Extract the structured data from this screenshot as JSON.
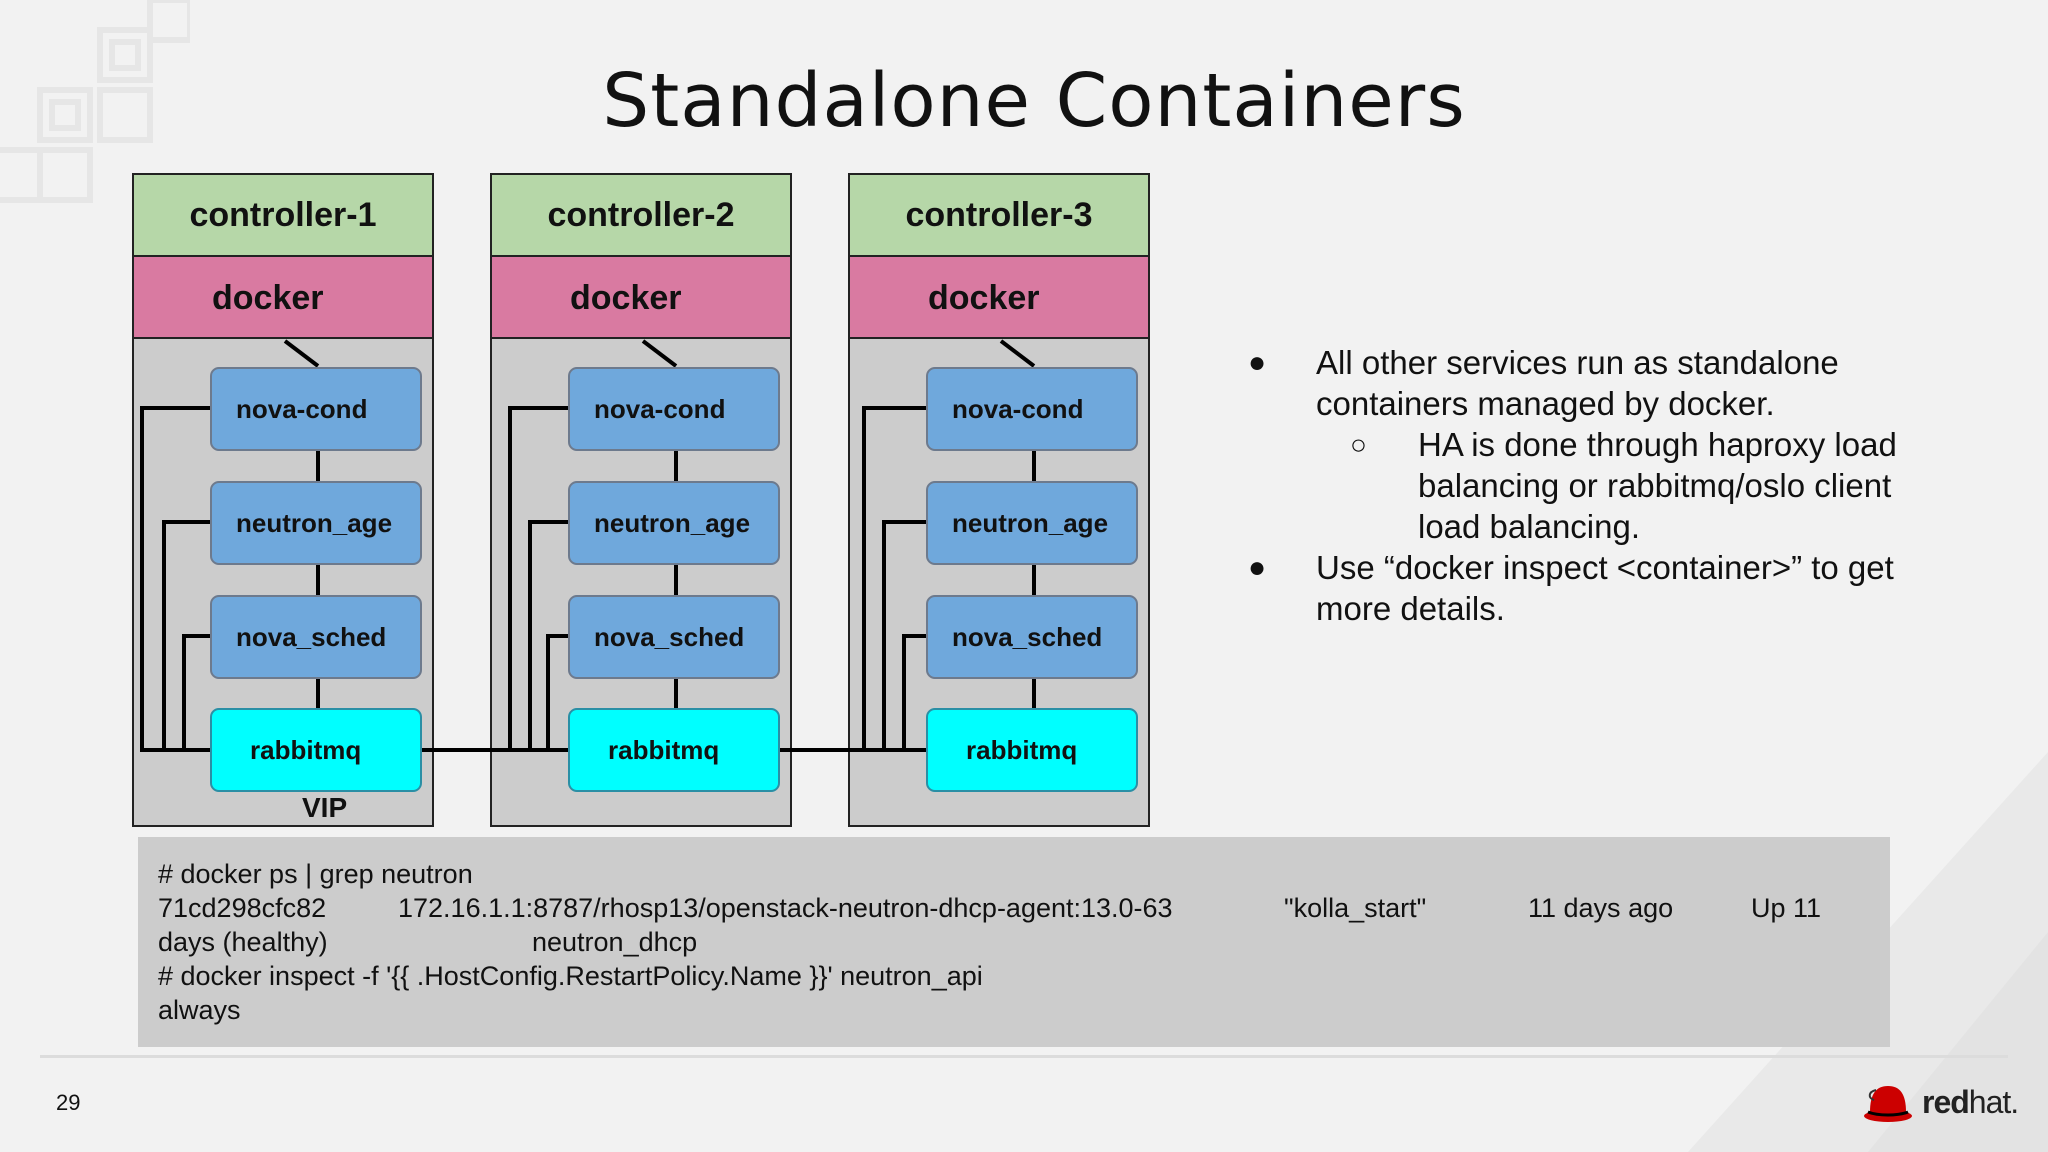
{
  "slide": {
    "title": "Standalone Containers",
    "page_number": "29",
    "logo_text_bold": "red",
    "logo_text_light": "hat."
  },
  "controllers": [
    {
      "name": "controller-1",
      "runtime": "docker",
      "services": [
        "nova-cond",
        "neutron_age",
        "nova_sched",
        "rabbitmq"
      ]
    },
    {
      "name": "controller-2",
      "runtime": "docker",
      "services": [
        "nova-cond",
        "neutron_age",
        "nova_sched",
        "rabbitmq"
      ]
    },
    {
      "name": "controller-3",
      "runtime": "docker",
      "services": [
        "nova-cond",
        "neutron_age",
        "nova_sched",
        "rabbitmq"
      ]
    }
  ],
  "vip_label": "VIP",
  "bullets": {
    "b1_line1": "All other services run as standalone",
    "b1_line2": "containers managed by docker.",
    "b1_sub_line1": "HA is done through haproxy load",
    "b1_sub_line2": "balancing or rabbitmq/oslo client",
    "b1_sub_line3": "load balancing.",
    "b2_line1": "Use “docker inspect <container>” to get",
    "b2_line2": "more details.",
    "bullet_glyph": "●",
    "sub_bullet_glyph": "○"
  },
  "terminal": {
    "cmd1": "# docker ps | grep neutron",
    "id": "71cd298cfc82",
    "image": "172.16.1.1:8787/rhosp13/openstack-neutron-dhcp-agent:13.0-63",
    "command": "\"kolla_start\"",
    "created": "11 days ago",
    "status_part1": "Up 11",
    "status_part2": "days (healthy)",
    "name": "neutron_dhcp",
    "cmd2": "# docker inspect -f '{{ .HostConfig.RestartPolicy.Name }}' neutron_api",
    "output": "always"
  }
}
